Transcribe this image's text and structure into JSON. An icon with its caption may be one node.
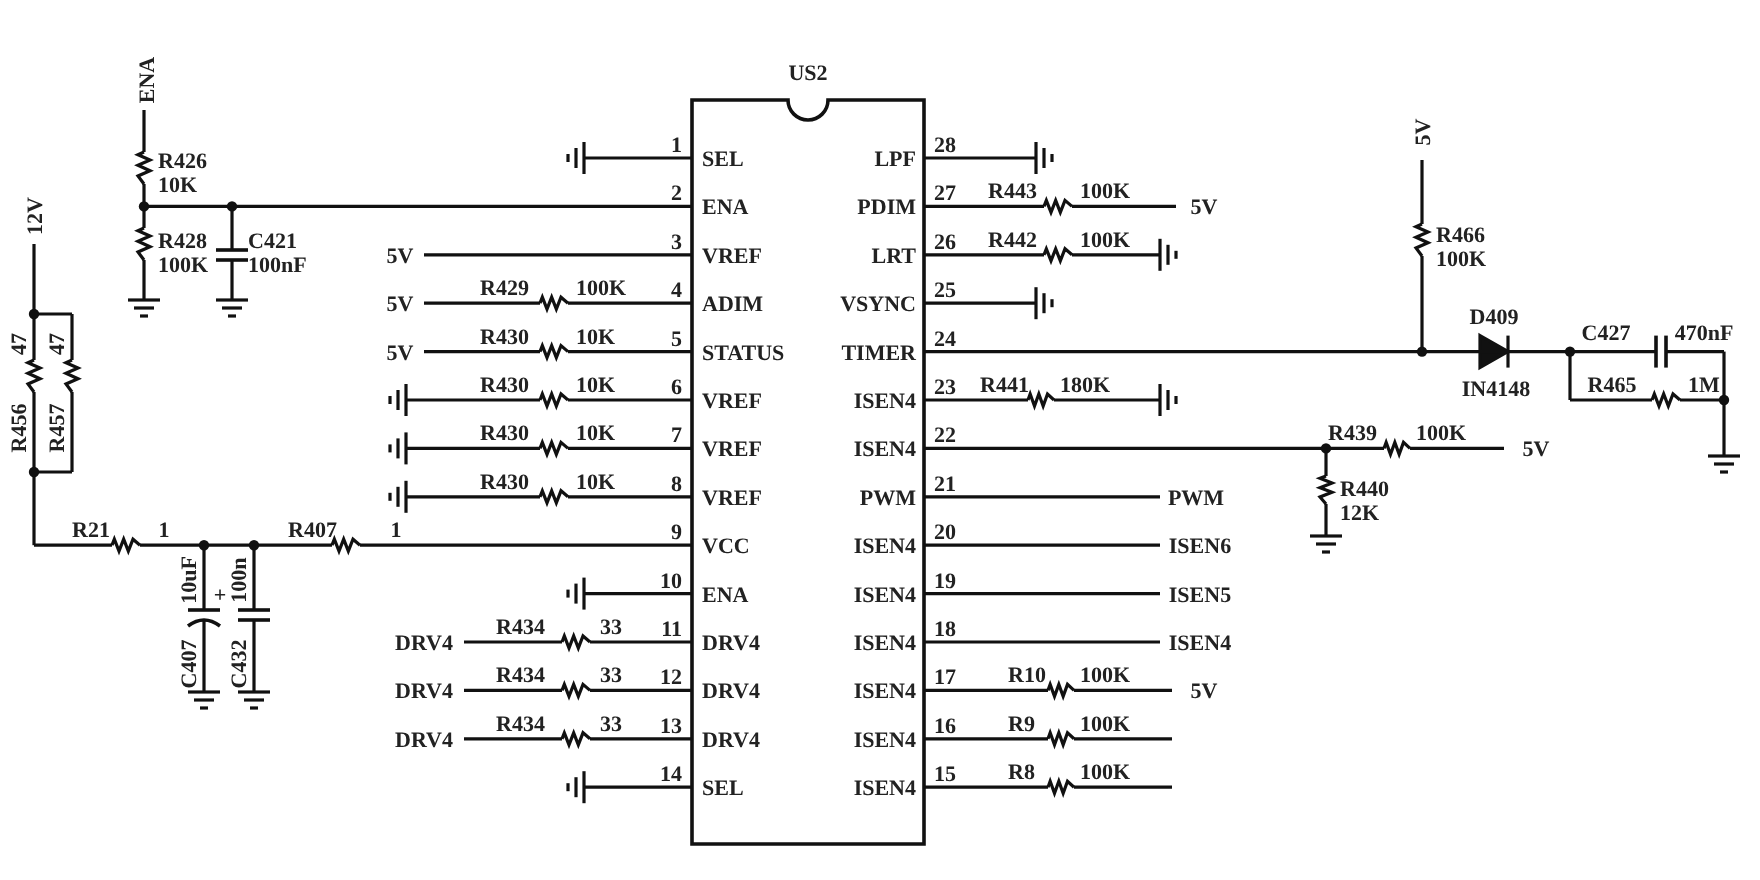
{
  "diagram": {
    "labels": [
      "ENA",
      "US2",
      "5V",
      "R426",
      "1",
      "SEL",
      "LPF",
      "28",
      "12V",
      "10K",
      "2",
      "ENA",
      "PDIM",
      "27",
      "R443",
      "100K",
      "5V",
      "R428",
      "C421",
      "R466",
      "100K",
      "100nF",
      "5V",
      "3",
      "VREF",
      "LRT",
      "26",
      "R442",
      "100K",
      "100K",
      "5V",
      "R429",
      "100K",
      "4",
      "ADIM",
      "VSYNC",
      "25",
      "D409",
      "47",
      "47",
      "5V",
      "R430",
      "10K",
      "5",
      "STATUS",
      "TIMER",
      "24",
      "C427",
      "470nF",
      "R456",
      "R457",
      "R430",
      "10K",
      "6",
      "VREF",
      "ISEN4",
      "23",
      "R441",
      "180K",
      "IN4148",
      "R465",
      "1M",
      "R430",
      "10K",
      "7",
      "VREF",
      "ISEN4",
      "22",
      "R439",
      "100K",
      "5V",
      "R430",
      "10K",
      "8",
      "VREF",
      "PWM",
      "21",
      "PWM",
      "R440",
      "12K",
      "R21",
      "1",
      "R407",
      "1",
      "9",
      "VCC",
      "ISEN4",
      "20",
      "ISEN6",
      "10uF",
      "+",
      "100n",
      "10",
      "ENA",
      "ISEN4",
      "19",
      "ISEN5",
      "C407",
      "C432",
      "DRV4",
      "R434",
      "33",
      "11",
      "DRV4",
      "ISEN4",
      "18",
      "ISEN4",
      "DRV4",
      "R434",
      "33",
      "12",
      "DRV4",
      "ISEN4",
      "17",
      "R10",
      "100K",
      "5V",
      "DRV4",
      "R434",
      "33",
      "13",
      "DRV4",
      "ISEN4",
      "16",
      "R9",
      "100K",
      "14",
      "SEL",
      "ISEN4",
      "15",
      "R8",
      "100K"
    ]
  }
}
